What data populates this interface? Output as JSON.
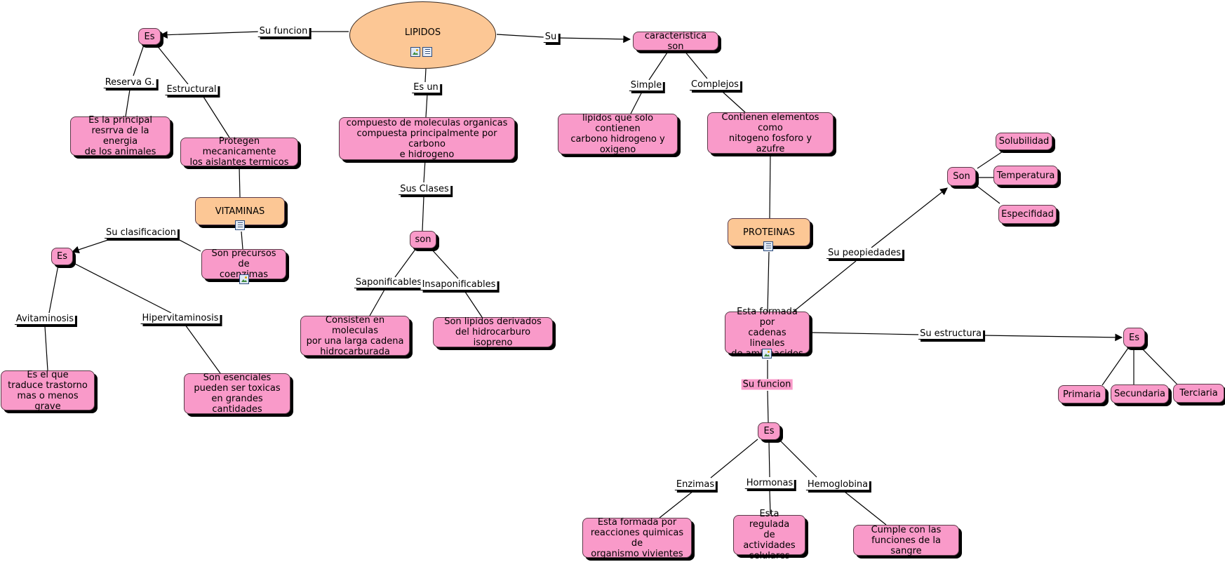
{
  "nodes": {
    "lipidos": "LIPIDOS",
    "es_top": "Es",
    "caracteristica": "caracteristica son",
    "reserva_text": "Es la principal\nresrrva de la energia\nde los animales",
    "protegen": "Protegen mecanicamente\nlos aislantes termicos",
    "vitaminas": "VITAMINAS",
    "precursos": "Son precursos de\ncoenzimas",
    "es_vit": "Es",
    "es_el_que": "Es el que\ntraduce trastorno\nmas o menos grave",
    "esenciales": "Son esenciales\npueden ser toxicas\nen grandes cantidades",
    "compuesto": "compuesto de moleculas organicas\ncompuesta principalmente por carbono\ne hidrogeno",
    "son_clases": "son",
    "consisten": "Consisten en moleculas\npor una larga cadena\nhidrocarburada",
    "derivados": "Son lipidos derivados\ndel hidrocarburo isopreno",
    "solo_contienen": "lipidos que solo contienen\ncarbono hidrogeno y\noxigeno",
    "contienen": "Contienen elementos como\nnitogeno fosforo y\nazufre",
    "proteinas": "PROTEINAS",
    "cadenas": "Esta formada por\ncadenas lineales\nde aminoacidos",
    "son_prop": "Son",
    "solubilidad": "Solubilidad",
    "temperatura": "Temperatura",
    "especifidad": "Especifidad",
    "es_estr": "Es",
    "primaria": "Primaria",
    "secundaria": "Secundaria",
    "terciaria": "Terciaria",
    "es_func": "Es",
    "reacciones": "Esta formada por\nreacciones quimicas de\norganismo vivientes",
    "regulada": "Esta regulada\nde actividades\ncelulares",
    "sangre": "Cumple con las\nfunciones de la sangre"
  },
  "labels": {
    "su_funcion": "Su funcion",
    "su": "Su",
    "reserva": "Reserva G.",
    "estructural": "Estructural",
    "es_un": "Es un",
    "simple": "Simple",
    "complejos": "Complejos",
    "sus_clases": "Sus Clases",
    "su_clasificacion": "Su clasificacion",
    "saponificables": "Saponificables",
    "insaponificables": "Insaponificables",
    "avitaminosis": "Avitaminosis",
    "hipervitaminosis": "Hipervitaminosis",
    "su_propiedades": "Su peopiedades",
    "su_estructura": "Su estructura",
    "su_funcion_prot": "Su funcion",
    "enzimas": "Enzimas",
    "hormonas": "Hormonas",
    "hemoglobina": "Hemoglobina"
  },
  "colors": {
    "concept": "#f99ac9",
    "main": "#fcc795",
    "line": "#000000"
  }
}
